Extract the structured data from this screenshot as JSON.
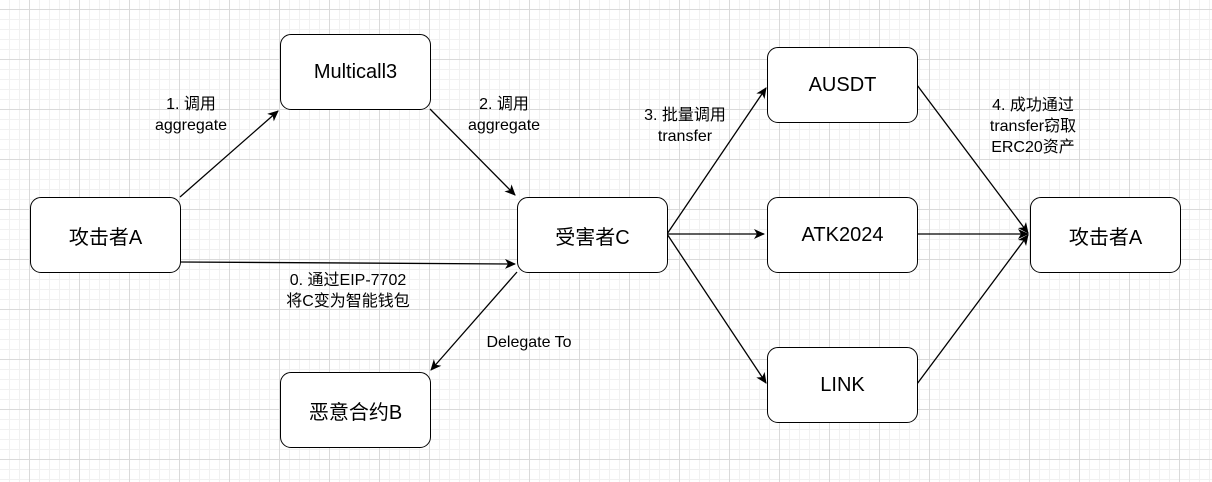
{
  "diagram": {
    "nodes": {
      "attacker_left": "攻击者A",
      "multicall3": "Multicall3",
      "victim": "受害者C",
      "malicious_contract": "恶意合约B",
      "ausdt": "AUSDT",
      "atk2024": "ATK2024",
      "link": "LINK",
      "attacker_right": "攻击者A"
    },
    "edge_labels": {
      "step0": [
        "0. 通过EIP-7702",
        "将C变为智能钱包"
      ],
      "step1": [
        "1. 调用",
        "aggregate"
      ],
      "step2": [
        "2. 调用",
        "aggregate"
      ],
      "step3": [
        "3. 批量调用",
        "transfer"
      ],
      "step4": [
        "4. 成功通过",
        "transfer窃取",
        "ERC20资产"
      ],
      "delegate": [
        "Delegate To"
      ]
    },
    "edges": [
      {
        "from": "attacker_left",
        "to": "multicall3",
        "label": "step1"
      },
      {
        "from": "multicall3",
        "to": "victim",
        "label": "step2"
      },
      {
        "from": "attacker_left",
        "to": "victim",
        "label": "step0"
      },
      {
        "from": "victim",
        "to": "malicious_contract",
        "label": "delegate"
      },
      {
        "from": "victim",
        "to": "ausdt",
        "label": "step3"
      },
      {
        "from": "victim",
        "to": "atk2024"
      },
      {
        "from": "victim",
        "to": "link"
      },
      {
        "from": "ausdt",
        "to": "attacker_right",
        "label": "step4"
      },
      {
        "from": "atk2024",
        "to": "attacker_right"
      },
      {
        "from": "link",
        "to": "attacker_right"
      }
    ]
  }
}
